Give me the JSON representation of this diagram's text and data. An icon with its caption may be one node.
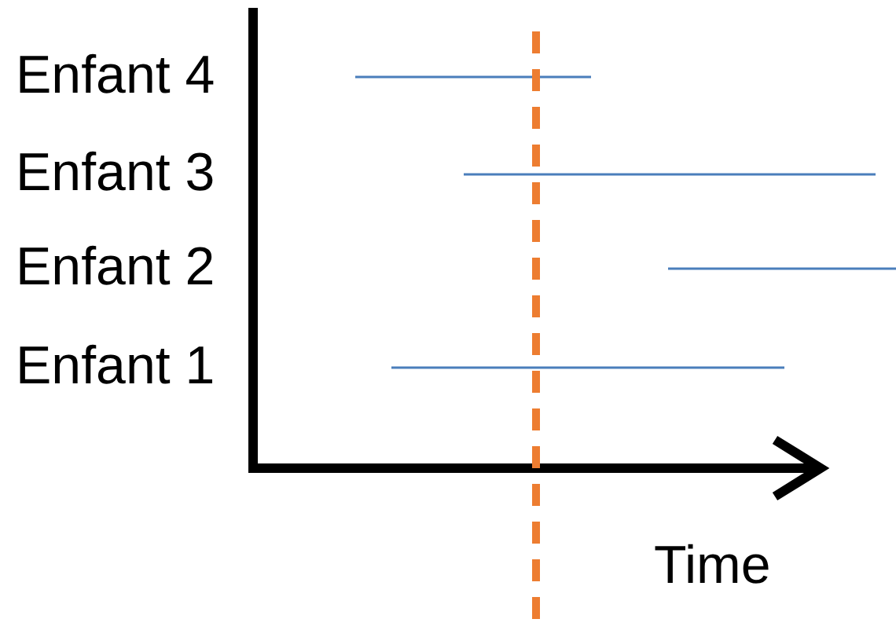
{
  "diagram": {
    "labels": [
      "Enfant 4",
      "Enfant 3",
      "Enfant 2",
      "Enfant 1",
      "Time"
    ]
  }
}
